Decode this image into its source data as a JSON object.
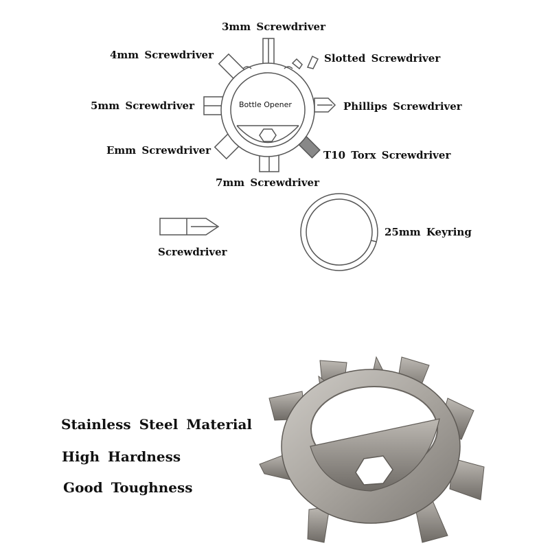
{
  "diagram": {
    "tool_labels": {
      "mm3": "3mm  Screwdriver",
      "mm4": "4mm  Screwdriver",
      "slotted": "Slotted  Screwdriver",
      "mm5": "5mm  Screwdriver",
      "phillips": "Phillips  Screwdriver",
      "emm": "Emm  Screwdriver",
      "torx": "T10  Torx  Screwdriver",
      "mm7": "7mm  Screwdriver"
    },
    "bottle_opener": "Bottle Opener",
    "screwdriver_bit": "Screwdriver",
    "keyring": "25mm  Keyring"
  },
  "features": [
    "Stainless  Steel  Material",
    "High  Hardness",
    "Good  Toughness"
  ],
  "colors": {
    "line": "#555555",
    "metal_light": "#c9c6c1",
    "metal_mid": "#a19d97",
    "metal_dark": "#6f6b66"
  }
}
